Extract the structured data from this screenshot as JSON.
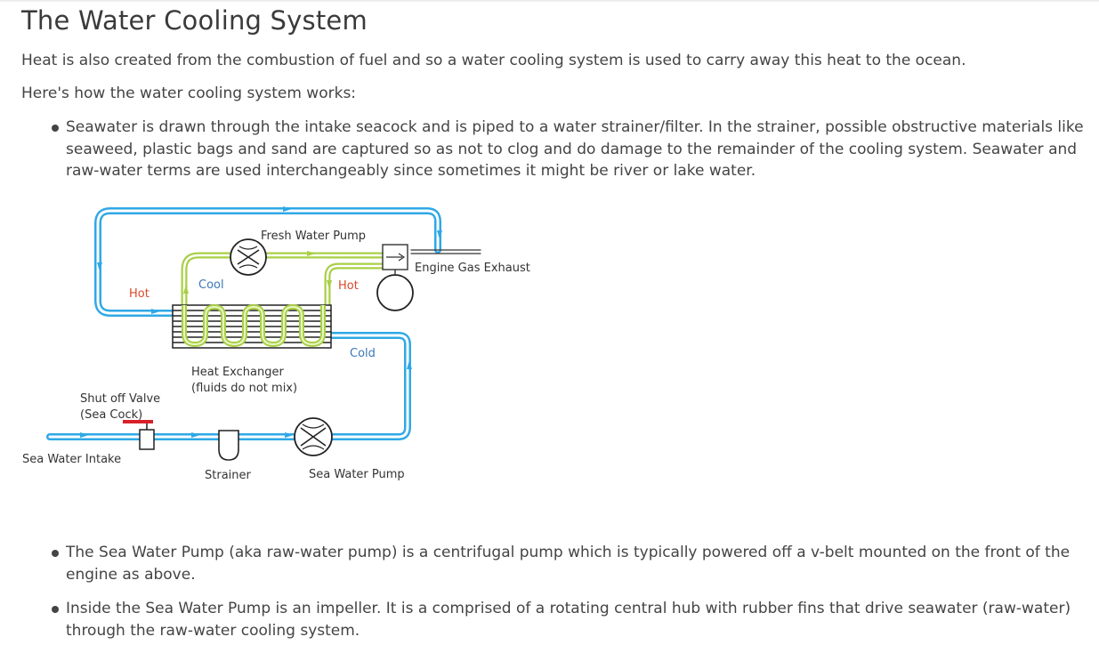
{
  "title": "The Water Cooling System",
  "intro": "Heat is also created from the combustion of fuel and so a water cooling system is used to carry away this heat to the ocean.",
  "how_intro": "Here's how the water cooling system works:",
  "bullets_top": [
    "Seawater is drawn through the intake seacock and is piped to a water strainer/filter. In the strainer, possible obstructive materials like seaweed, plastic bags and sand are captured so as not to clog and do damage to the remainder of the cooling system. Seawater and raw-water terms are used interchangeably since sometimes it might be river or lake water."
  ],
  "diagram": {
    "labels": {
      "fresh_water_pump": "Fresh Water Pump",
      "engine_gas_exhaust": "Engine Gas Exhaust",
      "hot_left": "Hot",
      "cool": "Cool",
      "hot_right": "Hot",
      "cold": "Cold",
      "heat_exchanger": "Heat Exchanger",
      "fluids_note": "(fluids do not mix)",
      "shutoff_valve": "Shut off  Valve",
      "sea_cock": "(Sea Cock)",
      "sea_water_intake": "Sea Water Intake",
      "strainer": "Strainer",
      "sea_water_pump": "Sea Water Pump"
    },
    "colors": {
      "sea_water": "#2fa8e6",
      "fresh_water": "#a8cf45",
      "valve": "#d8202a",
      "hot_label": "#d84a2a",
      "cold_label": "#3a78b5"
    }
  },
  "bullets_bottom": [
    "The Sea Water Pump (aka raw-water pump) is a centrifugal pump which is typically powered off a v-belt mounted on the front of the engine as above.",
    "Inside the Sea Water Pump is an impeller. It is a comprised of a rotating central hub with rubber fins that drive seawater (raw-water) through the raw-water cooling system."
  ]
}
